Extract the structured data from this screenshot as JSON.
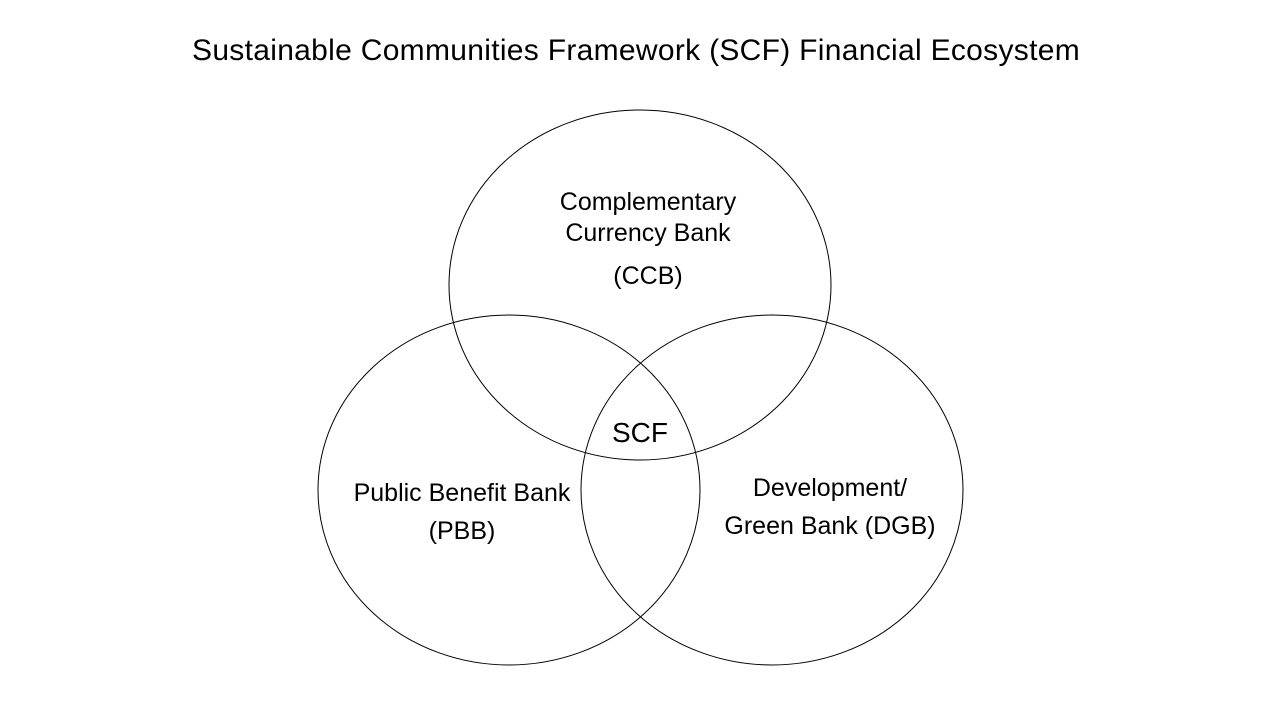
{
  "title": "Sustainable Communities Framework (SCF) Financial Ecosystem",
  "circles": {
    "ccb": {
      "line1": "Complementary",
      "line2": "Currency Bank",
      "line3": "(CCB)"
    },
    "pbb": {
      "line1": "Public Benefit Bank",
      "line2": "(PBB)"
    },
    "dgb": {
      "line1": "Development/",
      "line2": "Green Bank (DGB)"
    }
  },
  "center_label": "SCF"
}
